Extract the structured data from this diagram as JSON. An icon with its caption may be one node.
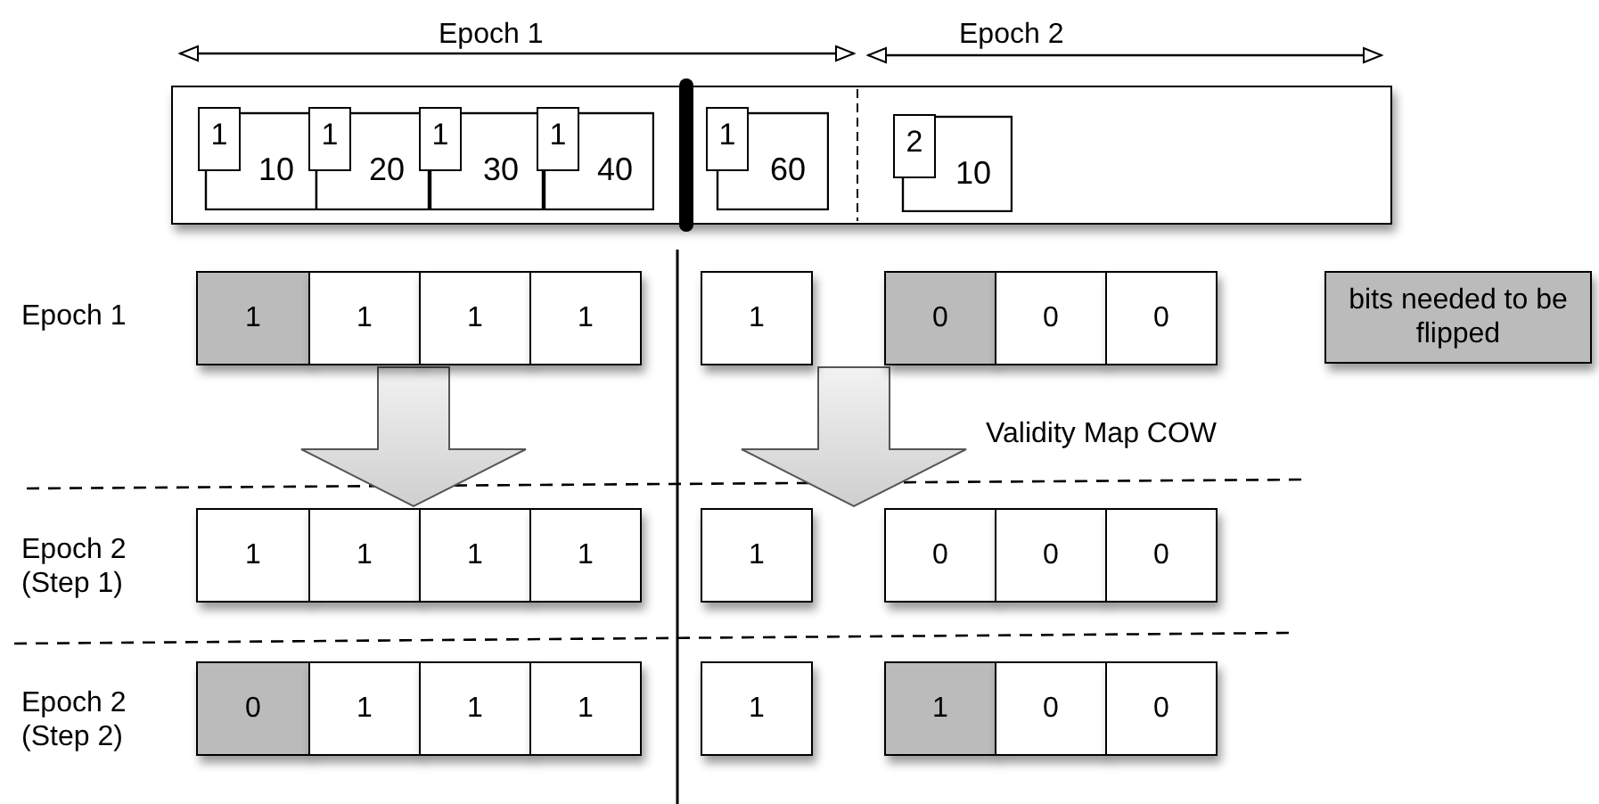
{
  "diagram": {
    "nodes": [
      {
        "text": [],
        "shape": "box"
      },
      {
        "text": [
          "1",
          "10"
        ],
        "in": 0
      },
      {
        "text": [
          "1",
          "20"
        ],
        "in": 0
      },
      {
        "text": [
          "1",
          "30"
        ],
        "in": 0
      },
      {
        "text": [
          "1",
          "40"
        ],
        "in": 0
      },
      {
        "text": [
          "1",
          "60"
        ],
        "in": 0
      },
      {
        "text": [
          "2",
          "10"
        ],
        "in": 0
      },
      {
        "text": [
          "1"
        ]
      },
      {
        "text": [
          "1"
        ]
      },
      {
        "text": [
          "1"
        ]
      },
      {
        "text": [
          "1"
        ]
      },
      {
        "text": [
          "1"
        ]
      },
      {
        "text": [
          "0"
        ]
      },
      {
        "text": [
          "0"
        ]
      },
      {
        "text": [
          "0"
        ]
      },
      {
        "text": [
          "1"
        ]
      },
      {
        "text": [
          "1"
        ]
      },
      {
        "text": [
          "1"
        ]
      },
      {
        "text": [
          "1"
        ]
      },
      {
        "text": [
          "1"
        ]
      },
      {
        "text": [
          "0"
        ]
      },
      {
        "text": [
          "0"
        ]
      },
      {
        "text": [
          "0"
        ]
      },
      {
        "text": [
          "0"
        ]
      },
      {
        "text": [
          "1"
        ]
      },
      {
        "text": [
          "1"
        ]
      },
      {
        "text": [
          "1"
        ]
      },
      {
        "text": [
          "1"
        ]
      },
      {
        "text": [
          "1"
        ]
      },
      {
        "text": [
          "0"
        ]
      },
      {
        "text": [
          "0"
        ]
      }
    ],
    "edges": [
      {
        "from": 8,
        "to": 16,
        "arrow": "to",
        "style": "thick"
      },
      {
        "from": 12,
        "to": 20,
        "arrow": "to",
        "style": "thick"
      }
    ],
    "labels": [
      "Epoch 1",
      "Epoch 2",
      "Epoch 1",
      "Validity Map COW",
      "Epoch 2 (Step 1)",
      "Epoch 2 (Step 2)"
    ],
    "legend": [
      {
        "text": "bits needed to be flipped",
        "color": "#bbbbbb"
      }
    ]
  }
}
